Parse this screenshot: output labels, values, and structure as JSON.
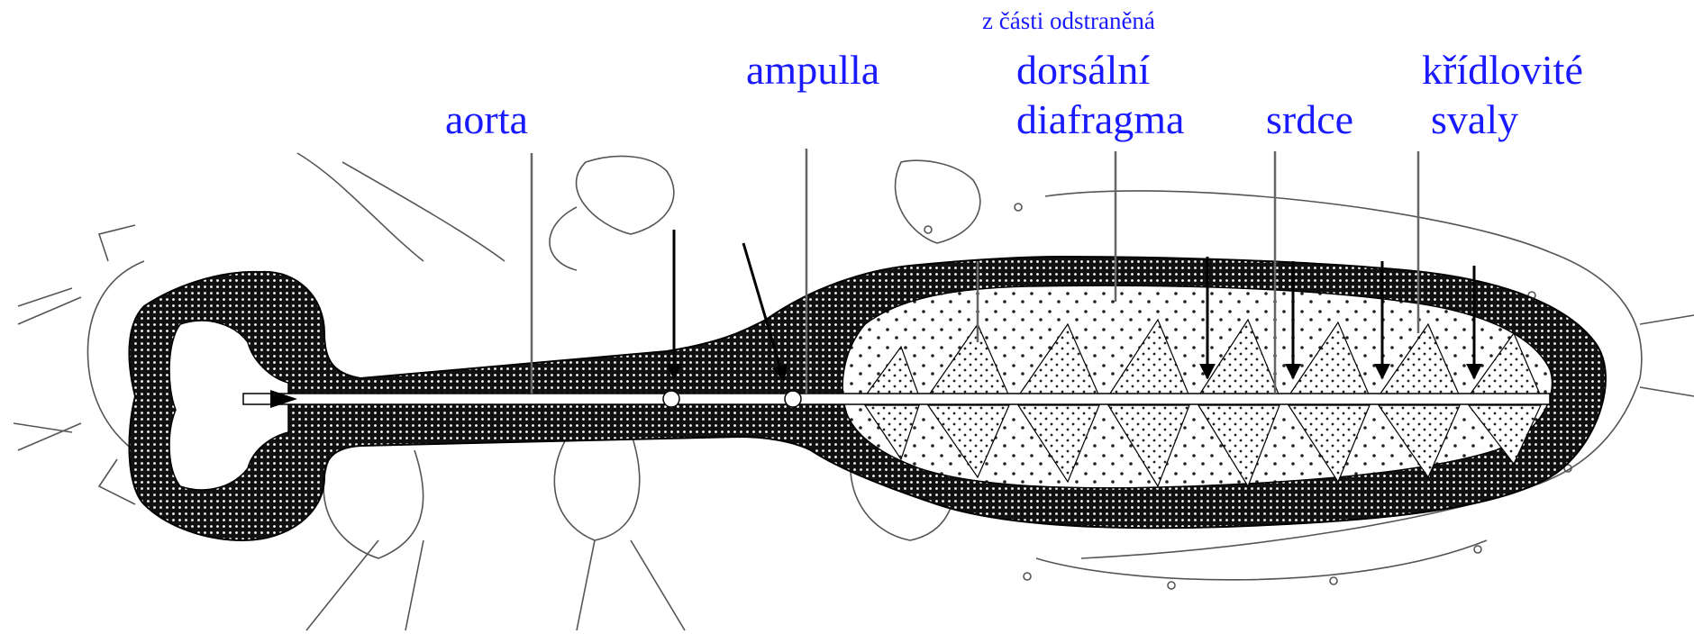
{
  "labels": {
    "aorta": "aorta",
    "ampulla": "ampulla",
    "note": "z části odstraněná",
    "dorsal_1": "dorsální",
    "dorsal_2": "diafragma",
    "heart": "srdce",
    "wing_1": "křídlovité",
    "wing_2": "svaly"
  },
  "colors": {
    "label": "#1a1aff",
    "outline": "#555555",
    "dark_fill": "#111111",
    "background": "#ffffff"
  }
}
